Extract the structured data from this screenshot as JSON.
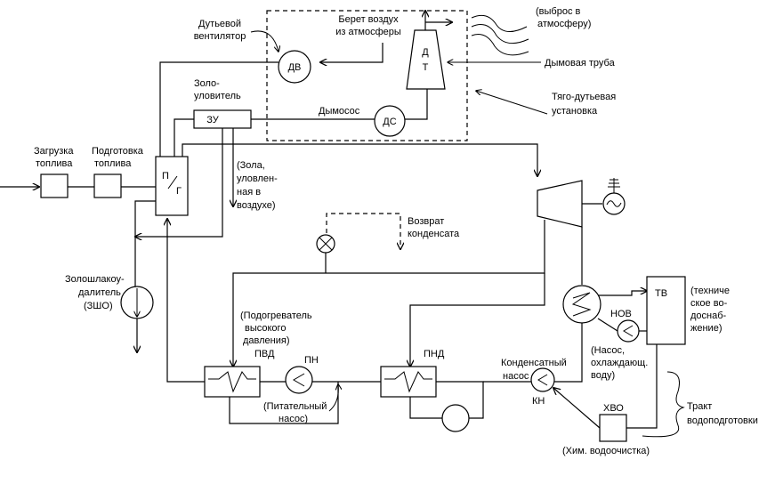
{
  "labels": {
    "dv_fan_l1": "Дутьевой",
    "dv_fan_l2": "вентилятор",
    "dv": "ДВ",
    "air_l1": "Берет воздух",
    "air_l2": "из атмосферы",
    "dt_d": "Д",
    "dt_t": "Т",
    "emis_l1": "(выброс в",
    "emis_l2": "атмосферу)",
    "chimney": "Дымовая труба",
    "draft_l1": "Тяго-дутьевая",
    "draft_l2": "установка",
    "ash_l1": "Золо-",
    "ash_l2": "уловитель",
    "zu": "ЗУ",
    "smoke_ex": "Дымосос",
    "ds": "ДС",
    "fuel_load_l1": "Загрузка",
    "fuel_load_l2": "топлива",
    "fuel_prep_l1": "Подготовка",
    "fuel_prep_l2": "топлива",
    "pg_p": "П",
    "pg_g": "Г",
    "ashcap_l1": "(Зола,",
    "ashcap_l2": "уловлен-",
    "ashcap_l3": "ная в",
    "ashcap_l4": "воздухе)",
    "ret_l1": "Возврат",
    "ret_l2": "конденсата",
    "zsho_l1": "Золошлакоу-",
    "zsho_l2": "далитель",
    "zsho_l3": "(ЗШО)",
    "hp_l1": "(Подогреватель",
    "hp_l2": "высокого",
    "hp_l3": "давления)",
    "pvd": "ПВД",
    "pn": "ПН",
    "feed_l1": "(Питательный",
    "feed_l2": "насос)",
    "pnd": "ПНД",
    "cond_l1": "Конденсатный",
    "cond_l2": "насос",
    "kn": "КН",
    "nov": "НОВ",
    "cool_l1": "(Насос,",
    "cool_l2": "охлаждающ.",
    "cool_l3": "воду)",
    "tv": "ТВ",
    "tech_l1": "(техниче",
    "tech_l2": "ское во-",
    "tech_l3": "доснаб-",
    "tech_l4": "жение)",
    "hvo": "ХВО",
    "chem": "(Хим. водоочистка)",
    "wt_l1": "Тракт",
    "wt_l2": "водоподготовки"
  }
}
